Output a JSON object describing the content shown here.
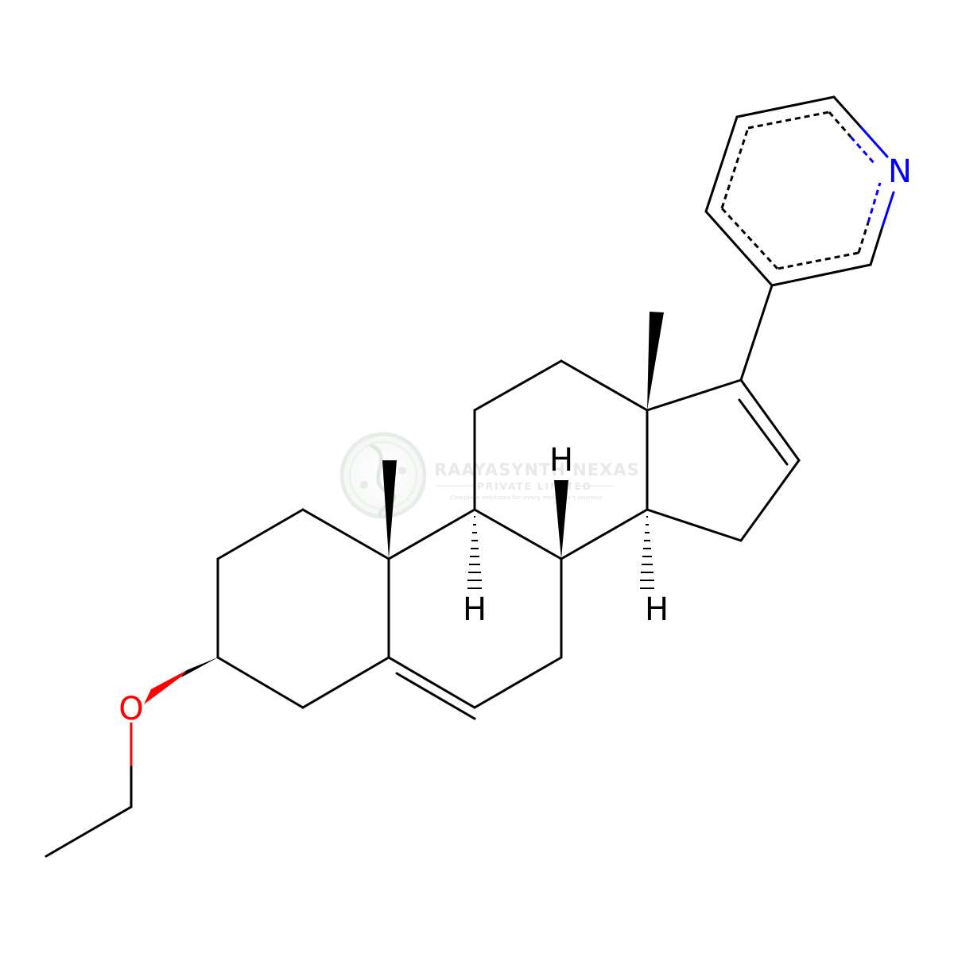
{
  "molecule": {
    "atom_labels": {
      "nitrogen": "N",
      "oxygen": "O",
      "h_c9": "H",
      "h_c8": "H",
      "h_c14": "H"
    },
    "colors": {
      "bond": "#000000",
      "nitrogen": "#0000ff",
      "oxygen": "#ff0000",
      "background": "#ffffff"
    }
  },
  "watermark": {
    "title": "RAAYASYNTH NEXAS",
    "subtitle": "PRIVATE LIMITED",
    "tagline": "Complete solutions for every molecule's journey",
    "color": "#cfd8cf"
  }
}
